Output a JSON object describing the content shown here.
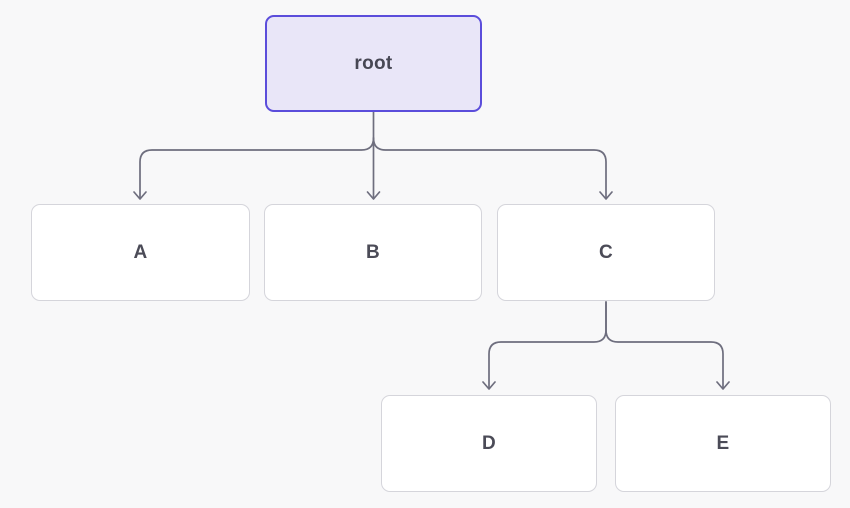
{
  "diagram": {
    "type": "tree-flowchart",
    "nodes": {
      "root": {
        "id": "root",
        "label": "root",
        "variant": "highlighted"
      },
      "a": {
        "id": "A",
        "label": "A",
        "variant": "default"
      },
      "b": {
        "id": "B",
        "label": "B",
        "variant": "default"
      },
      "c": {
        "id": "C",
        "label": "C",
        "variant": "default"
      },
      "d": {
        "id": "D",
        "label": "D",
        "variant": "default"
      },
      "e": {
        "id": "E",
        "label": "E",
        "variant": "default"
      }
    },
    "edges": [
      {
        "from": "root",
        "to": "A"
      },
      {
        "from": "root",
        "to": "B"
      },
      {
        "from": "root",
        "to": "C"
      },
      {
        "from": "C",
        "to": "D"
      },
      {
        "from": "C",
        "to": "E"
      }
    ],
    "colors": {
      "background": "#f8f8f9",
      "node_fill": "#ffffff",
      "node_border": "#d5d5db",
      "root_fill": "#e9e6f8",
      "root_border": "#5b4ddb",
      "edge_stroke": "#6e6e7e",
      "label_text": "#4b4b57"
    }
  }
}
